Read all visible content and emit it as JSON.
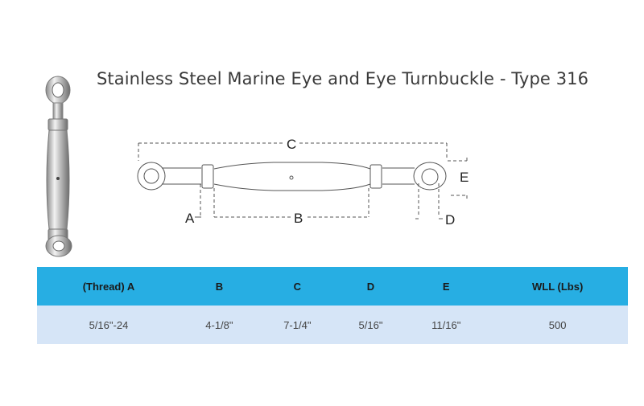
{
  "title": "Stainless Steel Marine Eye and Eye Turnbuckle - Type 316",
  "diagram": {
    "labels": {
      "a": "A",
      "b": "B",
      "c": "C",
      "d": "D",
      "e": "E"
    }
  },
  "table": {
    "headers": [
      "(Thread) A",
      "B",
      "C",
      "D",
      "E",
      "WLL (Lbs)"
    ],
    "rows": [
      [
        "5/16\"-24",
        "4-1/8\"",
        "7-1/4\"",
        "5/16\"",
        "11/16\"",
        "500"
      ]
    ]
  },
  "colors": {
    "header": "#27aee3",
    "row": "#d6e5f7"
  }
}
